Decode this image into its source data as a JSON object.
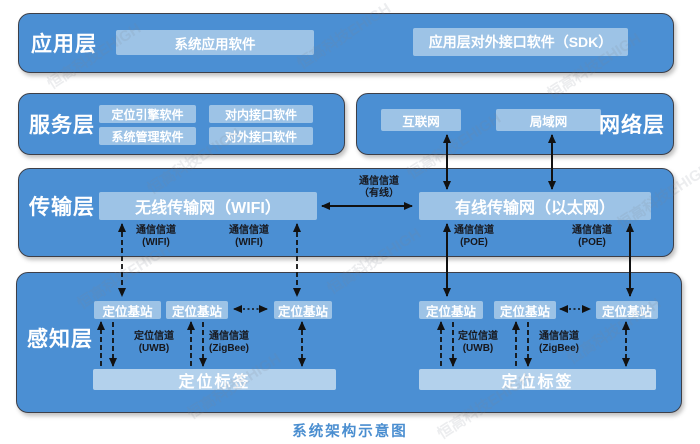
{
  "caption": "系统架构示意图",
  "watermark": "恒高科技EHIGH",
  "colors": {
    "band_blue": "#4b8fd3",
    "inner_box_blue": "#9dc3e6",
    "tag_box_blue": "#b3d1ec",
    "band_border": "#3d3f48",
    "arrow_black": "#111111",
    "caption_blue": "#4a8ed0",
    "text_white": "#ffffff"
  },
  "layers": {
    "application": {
      "label": "应用层",
      "app_box": "系统应用软件",
      "sdk_box": "应用层对外接口软件（SDK）"
    },
    "service": {
      "label": "服务层",
      "boxes": [
        "定位引擎软件",
        "系统管理软件",
        "对内接口软件",
        "对外接口软件"
      ]
    },
    "network": {
      "label": "网络层",
      "internet": "互联网",
      "lan": "局域网"
    },
    "transport": {
      "label": "传输层",
      "wireless": "无线传输网（WIFI）",
      "wired": "有线传输网（以太网）",
      "channel_wired": {
        "l1": "通信信道",
        "l2": "（有线）"
      },
      "channel_wifi": {
        "l1": "通信信道",
        "l2": "(WIFI)"
      },
      "channel_poe": {
        "l1": "通信信道",
        "l2": "(POE)"
      }
    },
    "perception": {
      "label": "感知层",
      "station": "定位基站",
      "tag": "定位标签",
      "channel_uwb": {
        "l1": "定位信道",
        "l2": "(UWB)"
      },
      "channel_zigbee": {
        "l1": "通信信道",
        "l2": "(ZigBee)"
      }
    }
  }
}
